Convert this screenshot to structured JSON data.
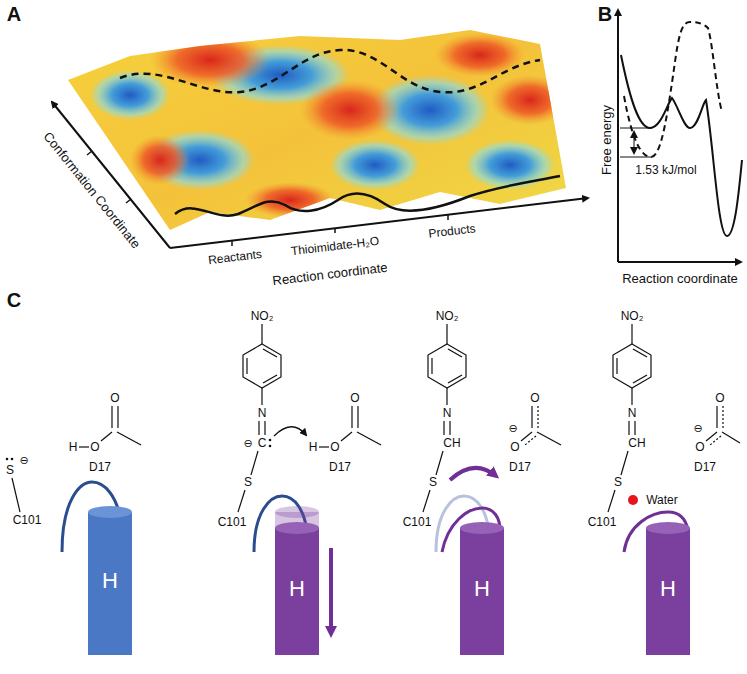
{
  "diagram": {
    "nodes": [
      {
        "text": [
          "H"
        ]
      },
      {
        "text": [
          "H"
        ]
      },
      {
        "text": [
          "H"
        ]
      },
      {
        "text": [
          "H"
        ]
      }
    ],
    "labels": [
      "A",
      "Conformation Coordinate",
      "Reactants",
      "Thioimidate-H₂O",
      "Products",
      "Reaction coordinate",
      "B",
      "Free energy",
      "1.53 kJ/mol",
      "Reaction coordinate",
      "C",
      "S",
      "⊖",
      "C101",
      "O",
      "H",
      "O",
      "D17",
      "NO₂",
      "N",
      "C",
      "⊖",
      "S",
      "C101",
      "O",
      "H",
      "O",
      "D17",
      "NO₂",
      "N",
      "CH",
      "S",
      "C101",
      "O",
      "O",
      "⊖",
      "D17",
      "NO₂",
      "N",
      "CH",
      "S",
      "C101",
      "O",
      "O",
      "⊖",
      "D17",
      "Water"
    ]
  }
}
